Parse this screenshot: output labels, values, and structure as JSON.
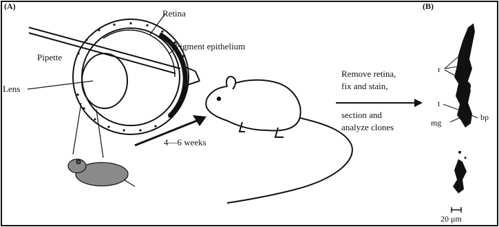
{
  "panel_a": {
    "label": "(A)",
    "labels": {
      "retina": "Retina",
      "pipette": "Pipette",
      "pigment_epithelium": "Pigment epithelium",
      "lens": "Lens"
    },
    "arrow_label": "4—6 weeks"
  },
  "process": {
    "step1_line1": "Remove retina,",
    "step1_line2": "fix and stain,",
    "step2_line1": "section and",
    "step2_line2": "analyze clones"
  },
  "panel_b": {
    "label": "(B)",
    "labels": {
      "r": "r",
      "t": "t",
      "mg": "mg",
      "bp": "bp"
    },
    "scale_bar": "20 μm"
  }
}
